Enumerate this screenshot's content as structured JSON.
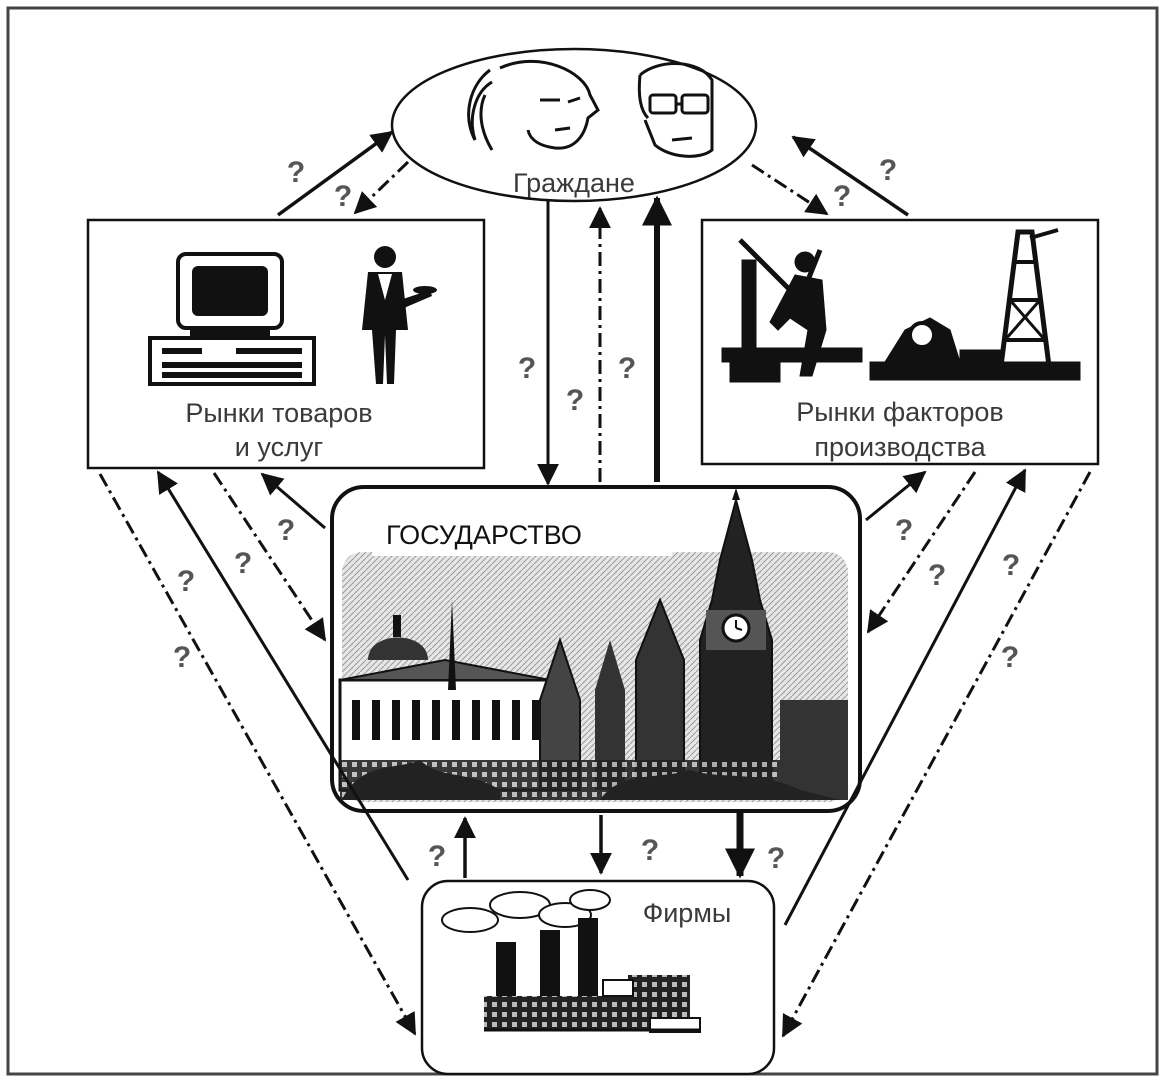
{
  "nodes": {
    "citizens": "Граждане",
    "goods_markets": [
      "Рынки товаров",
      "и услуг"
    ],
    "factor_markets": [
      "Рынки факторов",
      "производства"
    ],
    "state": "ГОСУДАРСТВО",
    "firms": "Фирмы"
  },
  "question_mark": "?",
  "colors": {
    "ink": "#111111",
    "label": "#3a3a3a",
    "question": "#555555",
    "background": "#ffffff"
  },
  "icons": [
    "faces-icon",
    "computer-icon",
    "waiter-icon",
    "worker-icon",
    "oil-rig-icon",
    "kremlin-icon",
    "factory-icon"
  ]
}
